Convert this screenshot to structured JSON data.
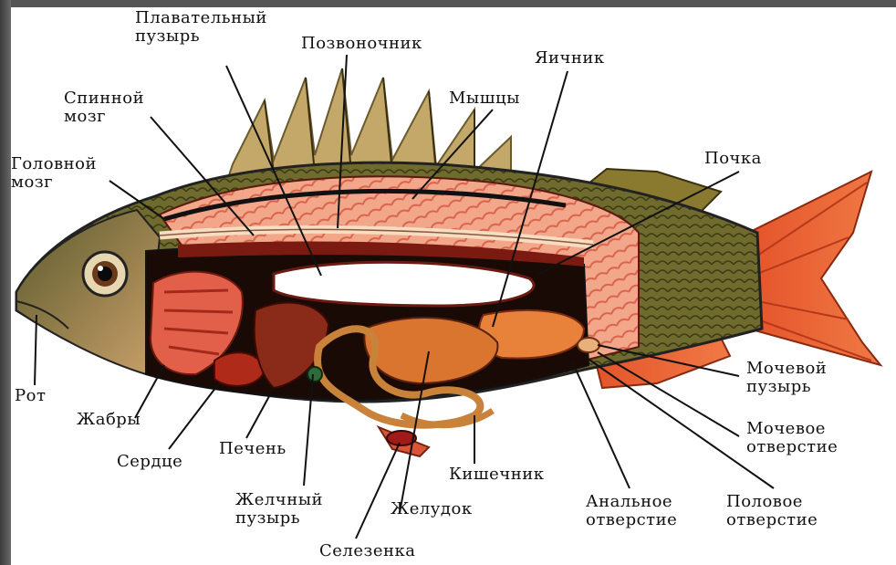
{
  "labels": {
    "swim_bladder": "Плавательный\nпузырь",
    "spine": "Позвоночник",
    "ovary": "Яичник",
    "spinal_cord": "Спинной\nмозг",
    "muscles": "Мышцы",
    "brain": "Головной\nмозг",
    "kidney": "Почка",
    "mouth": "Рот",
    "gills": "Жабры",
    "heart": "Сердце",
    "liver": "Печень",
    "gallbladder": "Желчный\nпузырь",
    "spleen": "Селезенка",
    "stomach": "Желудок",
    "intestine": "Кишечник",
    "anus": "Анальное\nотверстие",
    "genital_opening": "Половое\nотверстие",
    "urinary_opening": "Мочевое\nотверстие",
    "urinary_bladder": "Мочевой\nпузырь"
  }
}
